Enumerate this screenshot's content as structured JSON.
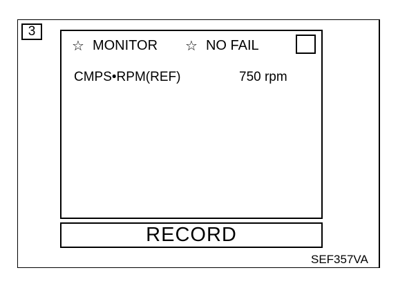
{
  "step_number": "3",
  "header": {
    "mode_label": "MONITOR",
    "status_label": "NO FAIL",
    "star_icon": "star-outline-icon"
  },
  "monitor_items": [
    {
      "name": "CMPS•RPM(REF)",
      "value": "750 rpm"
    }
  ],
  "record_button_label": "RECORD",
  "figure_code": "SEF357VA"
}
